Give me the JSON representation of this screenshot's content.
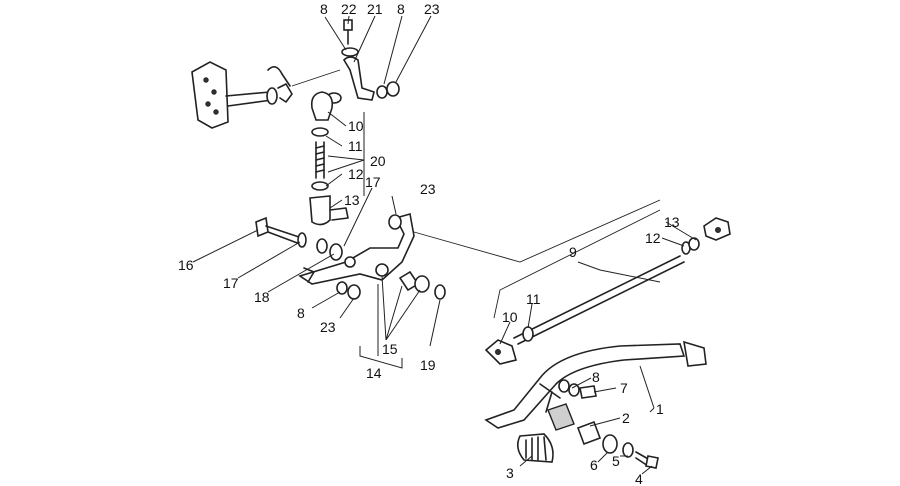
{
  "callouts": [
    "8",
    "22",
    "21",
    "8",
    "23",
    "10",
    "11",
    "20",
    "12",
    "13",
    "17",
    "23",
    "16",
    "17",
    "18",
    "8",
    "23",
    "15",
    "14",
    "19",
    "9",
    "13",
    "12",
    "11",
    "10",
    "8",
    "7",
    "2",
    "1",
    "3",
    "6",
    "5",
    "4"
  ],
  "colors": {
    "ink": "#222222",
    "background": "#ffffff"
  }
}
